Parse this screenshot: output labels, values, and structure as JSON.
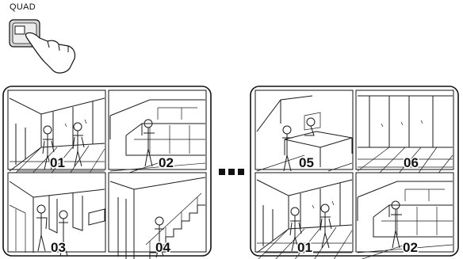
{
  "button": {
    "label": "QUAD"
  },
  "monitor_left": {
    "channels": [
      "01",
      "02",
      "03",
      "04"
    ]
  },
  "monitor_right": {
    "channels": [
      "05",
      "06",
      "01",
      "02"
    ]
  },
  "sequence_indicator": "...",
  "icons": [
    "pointing-hand-icon",
    "quad-button-icon"
  ]
}
